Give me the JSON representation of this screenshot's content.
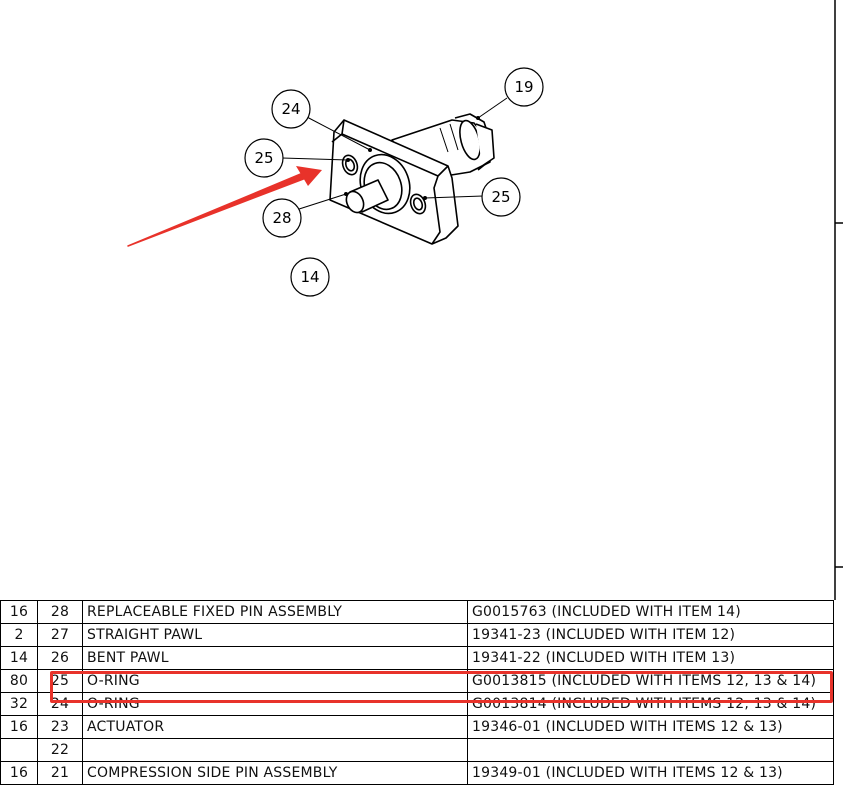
{
  "colors": {
    "highlight": "#e8322a",
    "arrow": "#e8322a",
    "line": "#000000"
  },
  "callouts": [
    {
      "id": "19",
      "label": "19"
    },
    {
      "id": "24",
      "label": "24"
    },
    {
      "id": "25a",
      "label": "25"
    },
    {
      "id": "25b",
      "label": "25"
    },
    {
      "id": "28",
      "label": "28"
    },
    {
      "id": "14",
      "label": "14"
    }
  ],
  "bom": {
    "rows": [
      {
        "qty": "16",
        "item": "28",
        "description": "REPLACEABLE FIXED PIN ASSEMBLY",
        "part": "G0015763 (INCLUDED WITH ITEM 14)"
      },
      {
        "qty": "2",
        "item": "27",
        "description": "STRAIGHT PAWL",
        "part": "19341-23 (INCLUDED WITH ITEM 12)"
      },
      {
        "qty": "14",
        "item": "26",
        "description": "BENT PAWL",
        "part": "19341-22 (INCLUDED WITH ITEM 13)"
      },
      {
        "qty": "80",
        "item": "25",
        "description": "O-RING",
        "part": "G0013815 (INCLUDED WITH ITEMS 12, 13 & 14)"
      },
      {
        "qty": "32",
        "item": "24",
        "description": "O-RING",
        "part": "G0013814 (INCLUDED WITH ITEMS 12, 13 & 14)"
      },
      {
        "qty": "16",
        "item": "23",
        "description": "ACTUATOR",
        "part": "19346-01 (INCLUDED WITH ITEMS 12 & 13)"
      },
      {
        "qty": "",
        "item": "22",
        "description": "",
        "part": ""
      },
      {
        "qty": "16",
        "item": "21",
        "description": "COMPRESSION SIDE PIN ASSEMBLY",
        "part": "19349-01 (INCLUDED WITH ITEMS 12 & 13)"
      }
    ],
    "highlighted_item": "25"
  }
}
